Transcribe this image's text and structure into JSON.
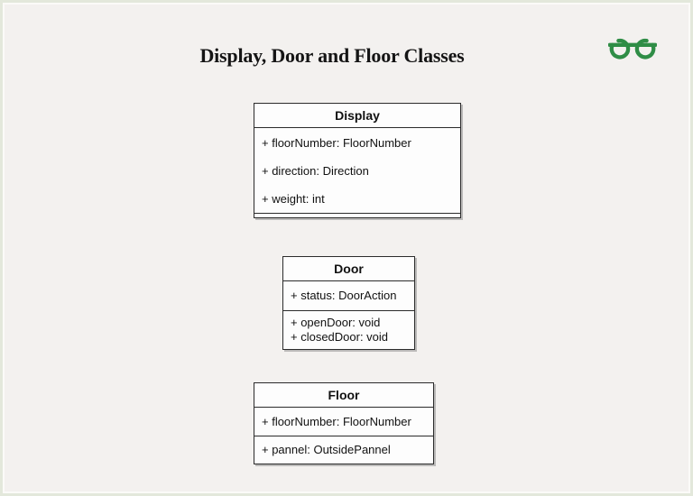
{
  "page": {
    "title": "Display, Door and Floor Classes",
    "logo_color": "#2f8d46",
    "background_color": "#f3f1ef",
    "frame_color": "#e3e8db",
    "box_background": "#fdfdfd",
    "box_border_color": "#2b2b2b"
  },
  "diagram": {
    "classes": [
      {
        "name": "Display",
        "attributes": [
          "+ floorNumber: FloorNumber",
          "+ direction: Direction",
          "+ weight: int"
        ],
        "methods": []
      },
      {
        "name": "Door",
        "attributes": [
          "+ status: DoorAction"
        ],
        "methods": [
          "+ openDoor: void",
          "+ closedDoor: void"
        ]
      },
      {
        "name": "Floor",
        "attributes": [
          "+ floorNumber: FloorNumber"
        ],
        "methods": [
          "+ pannel: OutsidePannel"
        ]
      }
    ]
  }
}
